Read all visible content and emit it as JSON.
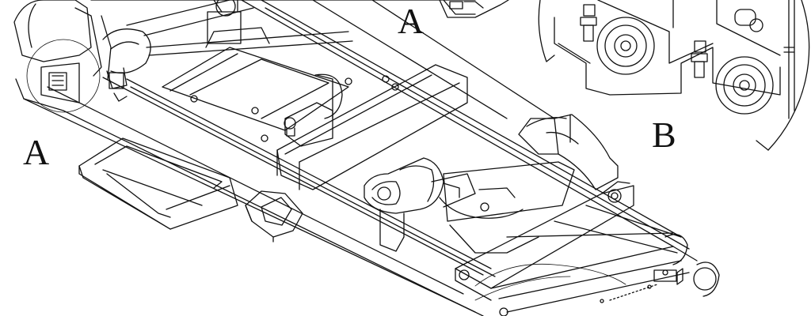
{
  "drawing": {
    "line_color": "#111111",
    "background": "#ffffff",
    "callouts": {
      "a_top": "A",
      "b": "B",
      "a_left": "A"
    }
  }
}
